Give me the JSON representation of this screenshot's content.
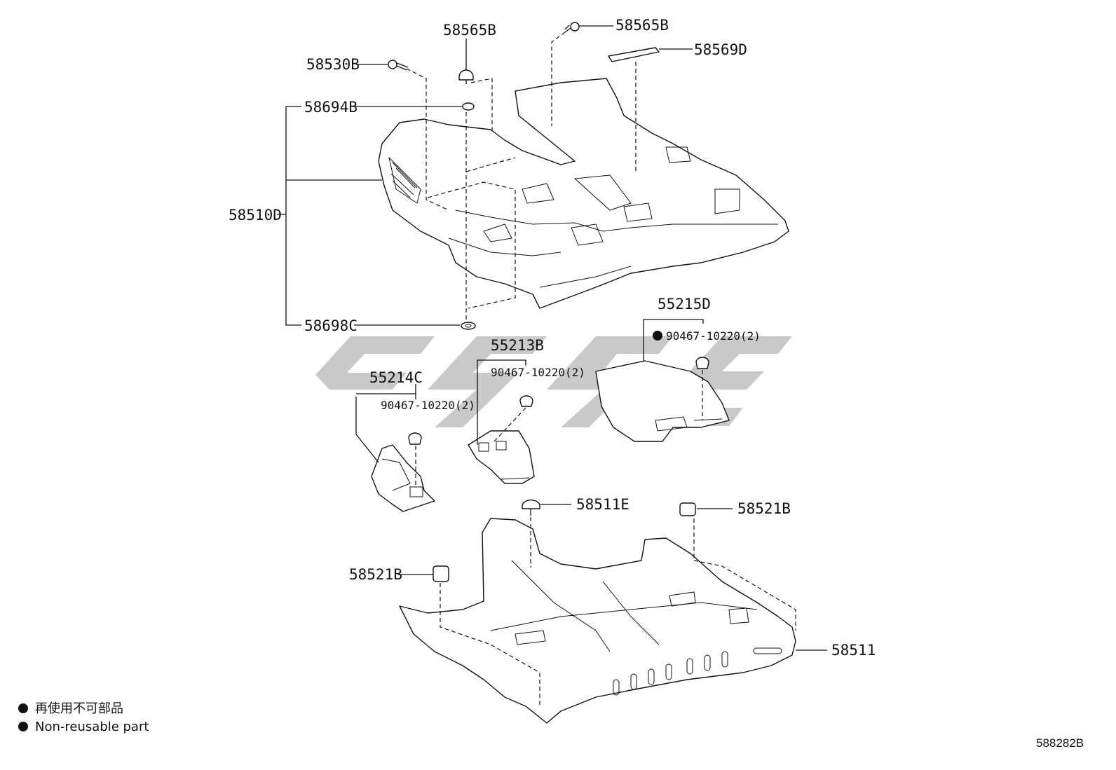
{
  "callouts": {
    "p58565B_a": "58565B",
    "p58565B_b": "58565B",
    "p58569D": "58569D",
    "p58530B": "58530B",
    "p58694B": "58694B",
    "p58510D": "58510D",
    "p58698C": "58698C",
    "p55215D": "55215D",
    "p55213B": "55213B",
    "p55214C": "55214C",
    "p58511E": "58511E",
    "p58521B_a": "58521B",
    "p58521B_b": "58521B",
    "p58511": "58511"
  },
  "clip_refs": {
    "c1": "90467-10220(2)",
    "c2": "90467-10220(2)",
    "c3": "90467-10220(2)"
  },
  "legend": {
    "line1": "再使用不可部品",
    "line2": "Non-reusable part"
  },
  "diagram_code": "588282B"
}
